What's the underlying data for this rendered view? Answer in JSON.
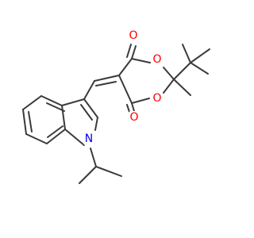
{
  "molecule": {
    "atoms": [
      {
        "id": "O_keto_top",
        "symbol": "O",
        "color": "#ff0000"
      },
      {
        "id": "O_ring_top",
        "symbol": "O",
        "color": "#ff0000"
      },
      {
        "id": "O_ring_bottom",
        "symbol": "O",
        "color": "#ff0000"
      },
      {
        "id": "O_keto_bottom",
        "symbol": "O",
        "color": "#ff0000"
      },
      {
        "id": "N_indole",
        "symbol": "N",
        "color": "#0000ff"
      }
    ],
    "bond_color": "#3a3a3a",
    "background": "#ffffff"
  }
}
